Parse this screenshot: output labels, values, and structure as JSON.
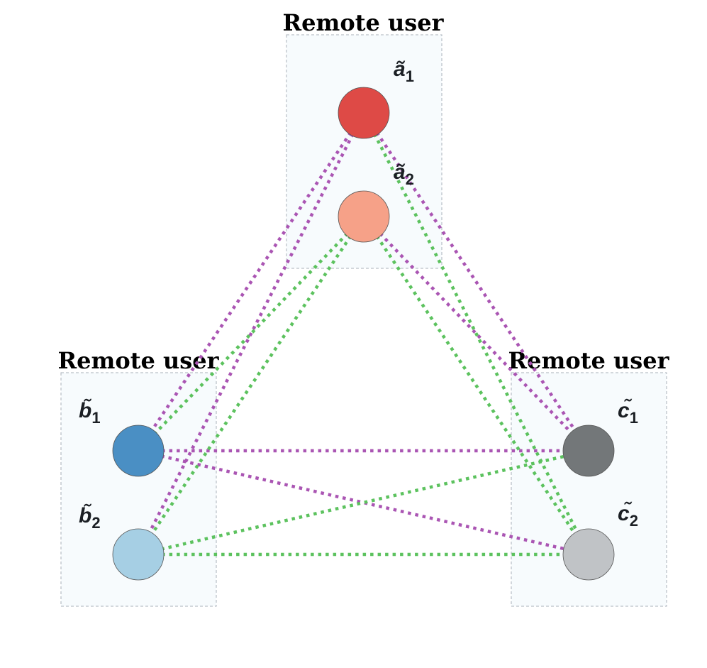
{
  "groups": {
    "a": {
      "title": "Remote user"
    },
    "b": {
      "title": "Remote user"
    },
    "c": {
      "title": "Remote user"
    }
  },
  "nodes": {
    "a1": {
      "letter": "ã",
      "sub": "1",
      "color": "#de4a46"
    },
    "a2": {
      "letter": "ã",
      "sub": "2",
      "color": "#f6a188"
    },
    "b1": {
      "letter": "b̃",
      "sub": "1",
      "color": "#4a8fc4"
    },
    "b2": {
      "letter": "b̃",
      "sub": "2",
      "color": "#a6cfe4"
    },
    "c1": {
      "letter": "c̃",
      "sub": "1",
      "color": "#737779"
    },
    "c2": {
      "letter": "c̃",
      "sub": "2",
      "color": "#c0c3c6"
    }
  },
  "link_colors": {
    "purple": "#aa55b3",
    "green": "#5cc25e"
  },
  "links": [
    {
      "from": "a1",
      "to": "b1",
      "color": "purple"
    },
    {
      "from": "a1",
      "to": "b2",
      "color": "purple"
    },
    {
      "from": "a1",
      "to": "c1",
      "color": "purple"
    },
    {
      "from": "a2",
      "to": "c1",
      "color": "purple"
    },
    {
      "from": "b1",
      "to": "c1",
      "color": "purple"
    },
    {
      "from": "b1",
      "to": "c2",
      "color": "purple"
    },
    {
      "from": "a1",
      "to": "c2",
      "color": "green"
    },
    {
      "from": "a2",
      "to": "c2",
      "color": "green"
    },
    {
      "from": "a2",
      "to": "b1",
      "color": "green"
    },
    {
      "from": "a2",
      "to": "b2",
      "color": "green"
    },
    {
      "from": "b2",
      "to": "c1",
      "color": "green"
    },
    {
      "from": "b2",
      "to": "c2",
      "color": "green"
    }
  ]
}
